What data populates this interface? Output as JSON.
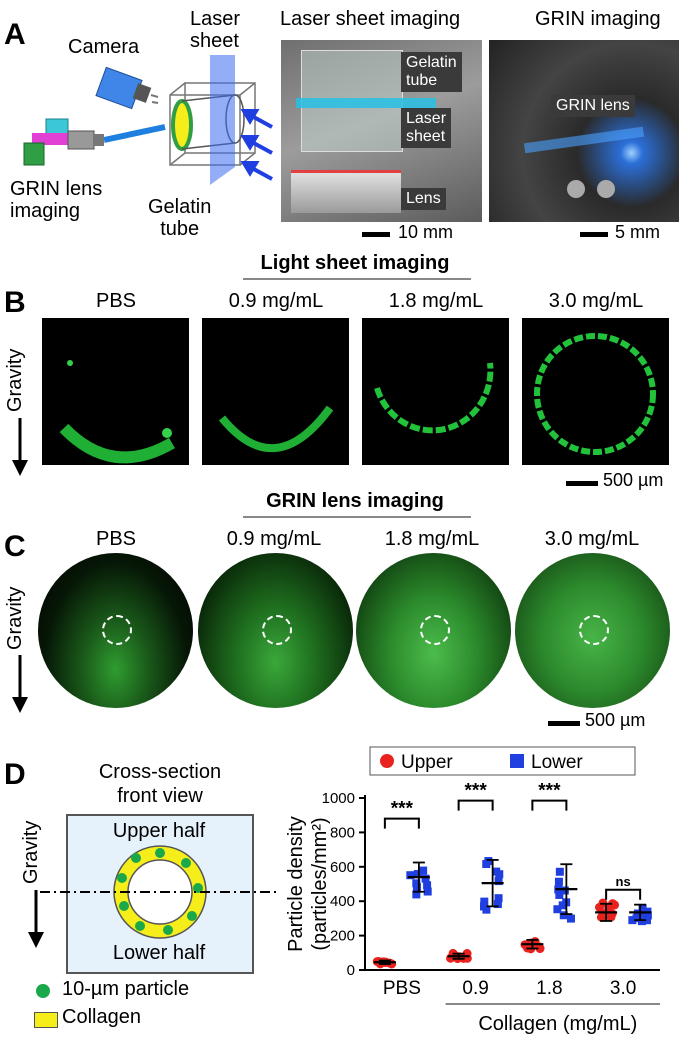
{
  "panelA": {
    "label": "A",
    "camera": "Camera",
    "laser_sheet": "Laser\nsheet",
    "grin_imaging_side": "GRIN lens\nimaging",
    "gelatin_tube": "Gelatin\ntube",
    "title_laser": "Laser sheet imaging",
    "title_grin": "GRIN imaging",
    "photo1_tags": [
      "Gelatin\ntube",
      "Laser\nsheet",
      "Lens"
    ],
    "photo2_tag": "GRIN lens",
    "scale1": "10 mm",
    "scale2": "5 mm"
  },
  "panelB": {
    "label": "B",
    "header": "Light sheet imaging",
    "columns": [
      "PBS",
      "0.9 mg/mL",
      "1.8 mg/mL",
      "3.0 mg/mL"
    ],
    "gravity": "Gravity",
    "scale": "500 µm"
  },
  "panelC": {
    "label": "C",
    "header": "GRIN lens imaging",
    "columns": [
      "PBS",
      "0.9 mg/mL",
      "1.8 mg/mL",
      "3.0 mg/mL"
    ],
    "gravity": "Gravity",
    "scale": "500 µm"
  },
  "panelD": {
    "label": "D",
    "cross_title": "Cross-section\nfront view",
    "upper_half": "Upper half",
    "lower_half": "Lower half",
    "gravity": "Gravity",
    "legend_particle": "10-µm particle",
    "legend_collagen": "Collagen",
    "colors": {
      "upper": "#e8231f",
      "lower": "#1f3fe0",
      "particle": "#1aa84a",
      "collagen": "#f5ee1a",
      "box": "#e6f2fb"
    }
  },
  "chart_data": {
    "type": "scatter",
    "ylabel": "Particle density\n(particles/mm²)",
    "xlabel": "Collagen (mg/mL)",
    "categories": [
      "PBS",
      "0.9",
      "1.8",
      "3.0"
    ],
    "ylim": [
      0,
      1000
    ],
    "yticks": [
      0,
      200,
      400,
      600,
      800,
      1000
    ],
    "legend_position": "top",
    "series": [
      {
        "name": "Upper",
        "color": "#e8231f",
        "marker": "circle",
        "mean": [
          45,
          80,
          150,
          335
        ],
        "sd": [
          10,
          15,
          25,
          50
        ]
      },
      {
        "name": "Lower",
        "color": "#1f3fe0",
        "marker": "square",
        "mean": [
          540,
          505,
          470,
          335
        ],
        "sd": [
          85,
          135,
          145,
          45
        ]
      }
    ],
    "significance": [
      "***",
      "***",
      "***",
      "ns"
    ]
  }
}
